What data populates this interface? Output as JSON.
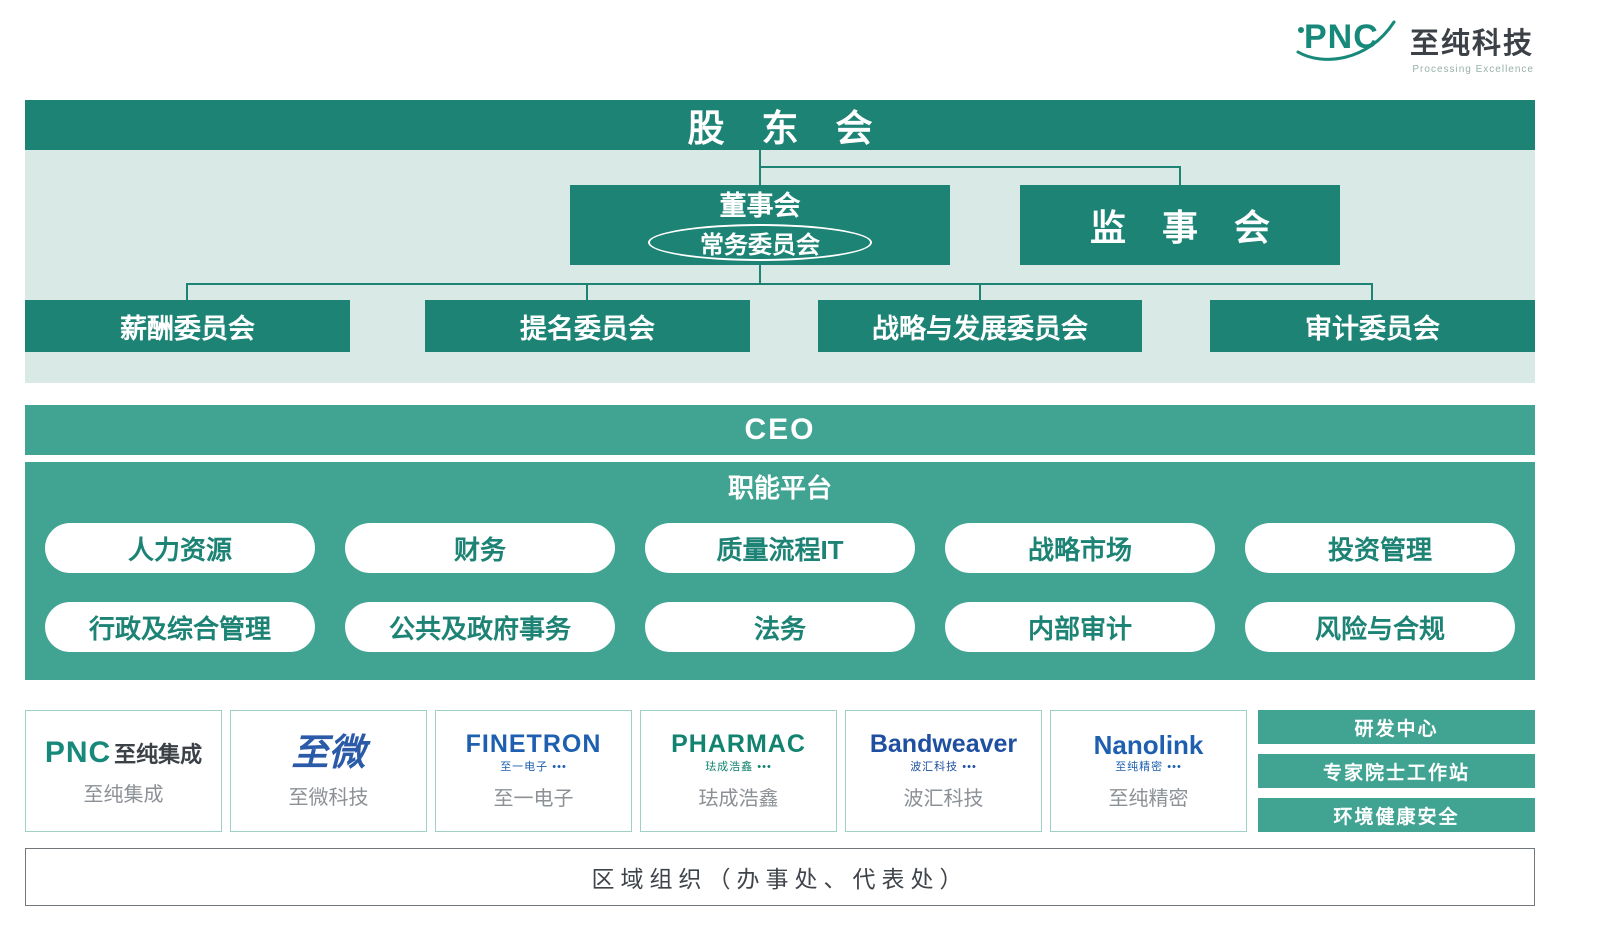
{
  "logo": {
    "brand": "PNC",
    "brand_cn": "至纯科技",
    "tagline": "Processing Excellence"
  },
  "governance": {
    "shareholders": "股　东　会",
    "board": "董事会",
    "standing_committee": "常务委员会",
    "supervisory": "监　事　会",
    "committees": [
      "薪酬委员会",
      "提名委员会",
      "战略与发展委员会",
      "审计委员会"
    ]
  },
  "ceo_label": "CEO",
  "functional_platform": {
    "title": "职能平台",
    "row1": [
      "人力资源",
      "财务",
      "质量流程IT",
      "战略市场",
      "投资管理"
    ],
    "row2": [
      "行政及综合管理",
      "公共及政府事务",
      "法务",
      "内部审计",
      "风险与合规"
    ]
  },
  "subsidiaries": [
    {
      "logo_main": "PNC",
      "logo_side": "至纯集成",
      "caption": "",
      "name": "至纯集成"
    },
    {
      "logo_main": "至微",
      "logo_side": "",
      "caption": "",
      "name": "至微科技"
    },
    {
      "logo_main": "FINETRON",
      "logo_side": "",
      "caption": "至一电子 •••",
      "name": "至一电子"
    },
    {
      "logo_main": "PHARMAC",
      "logo_side": "",
      "caption": "珐成浩鑫 •••",
      "name": "珐成浩鑫"
    },
    {
      "logo_main": "Bandweaver",
      "logo_side": "",
      "caption": "波汇科技 •••",
      "name": "波汇科技"
    },
    {
      "logo_main": "Nanolink",
      "logo_side": "",
      "caption": "至纯精密 •••",
      "name": "至纯精密"
    }
  ],
  "support_units": [
    "研发中心",
    "专家院士工作站",
    "环境健康安全"
  ],
  "footer": "区域组织（办事处、代表处）"
}
